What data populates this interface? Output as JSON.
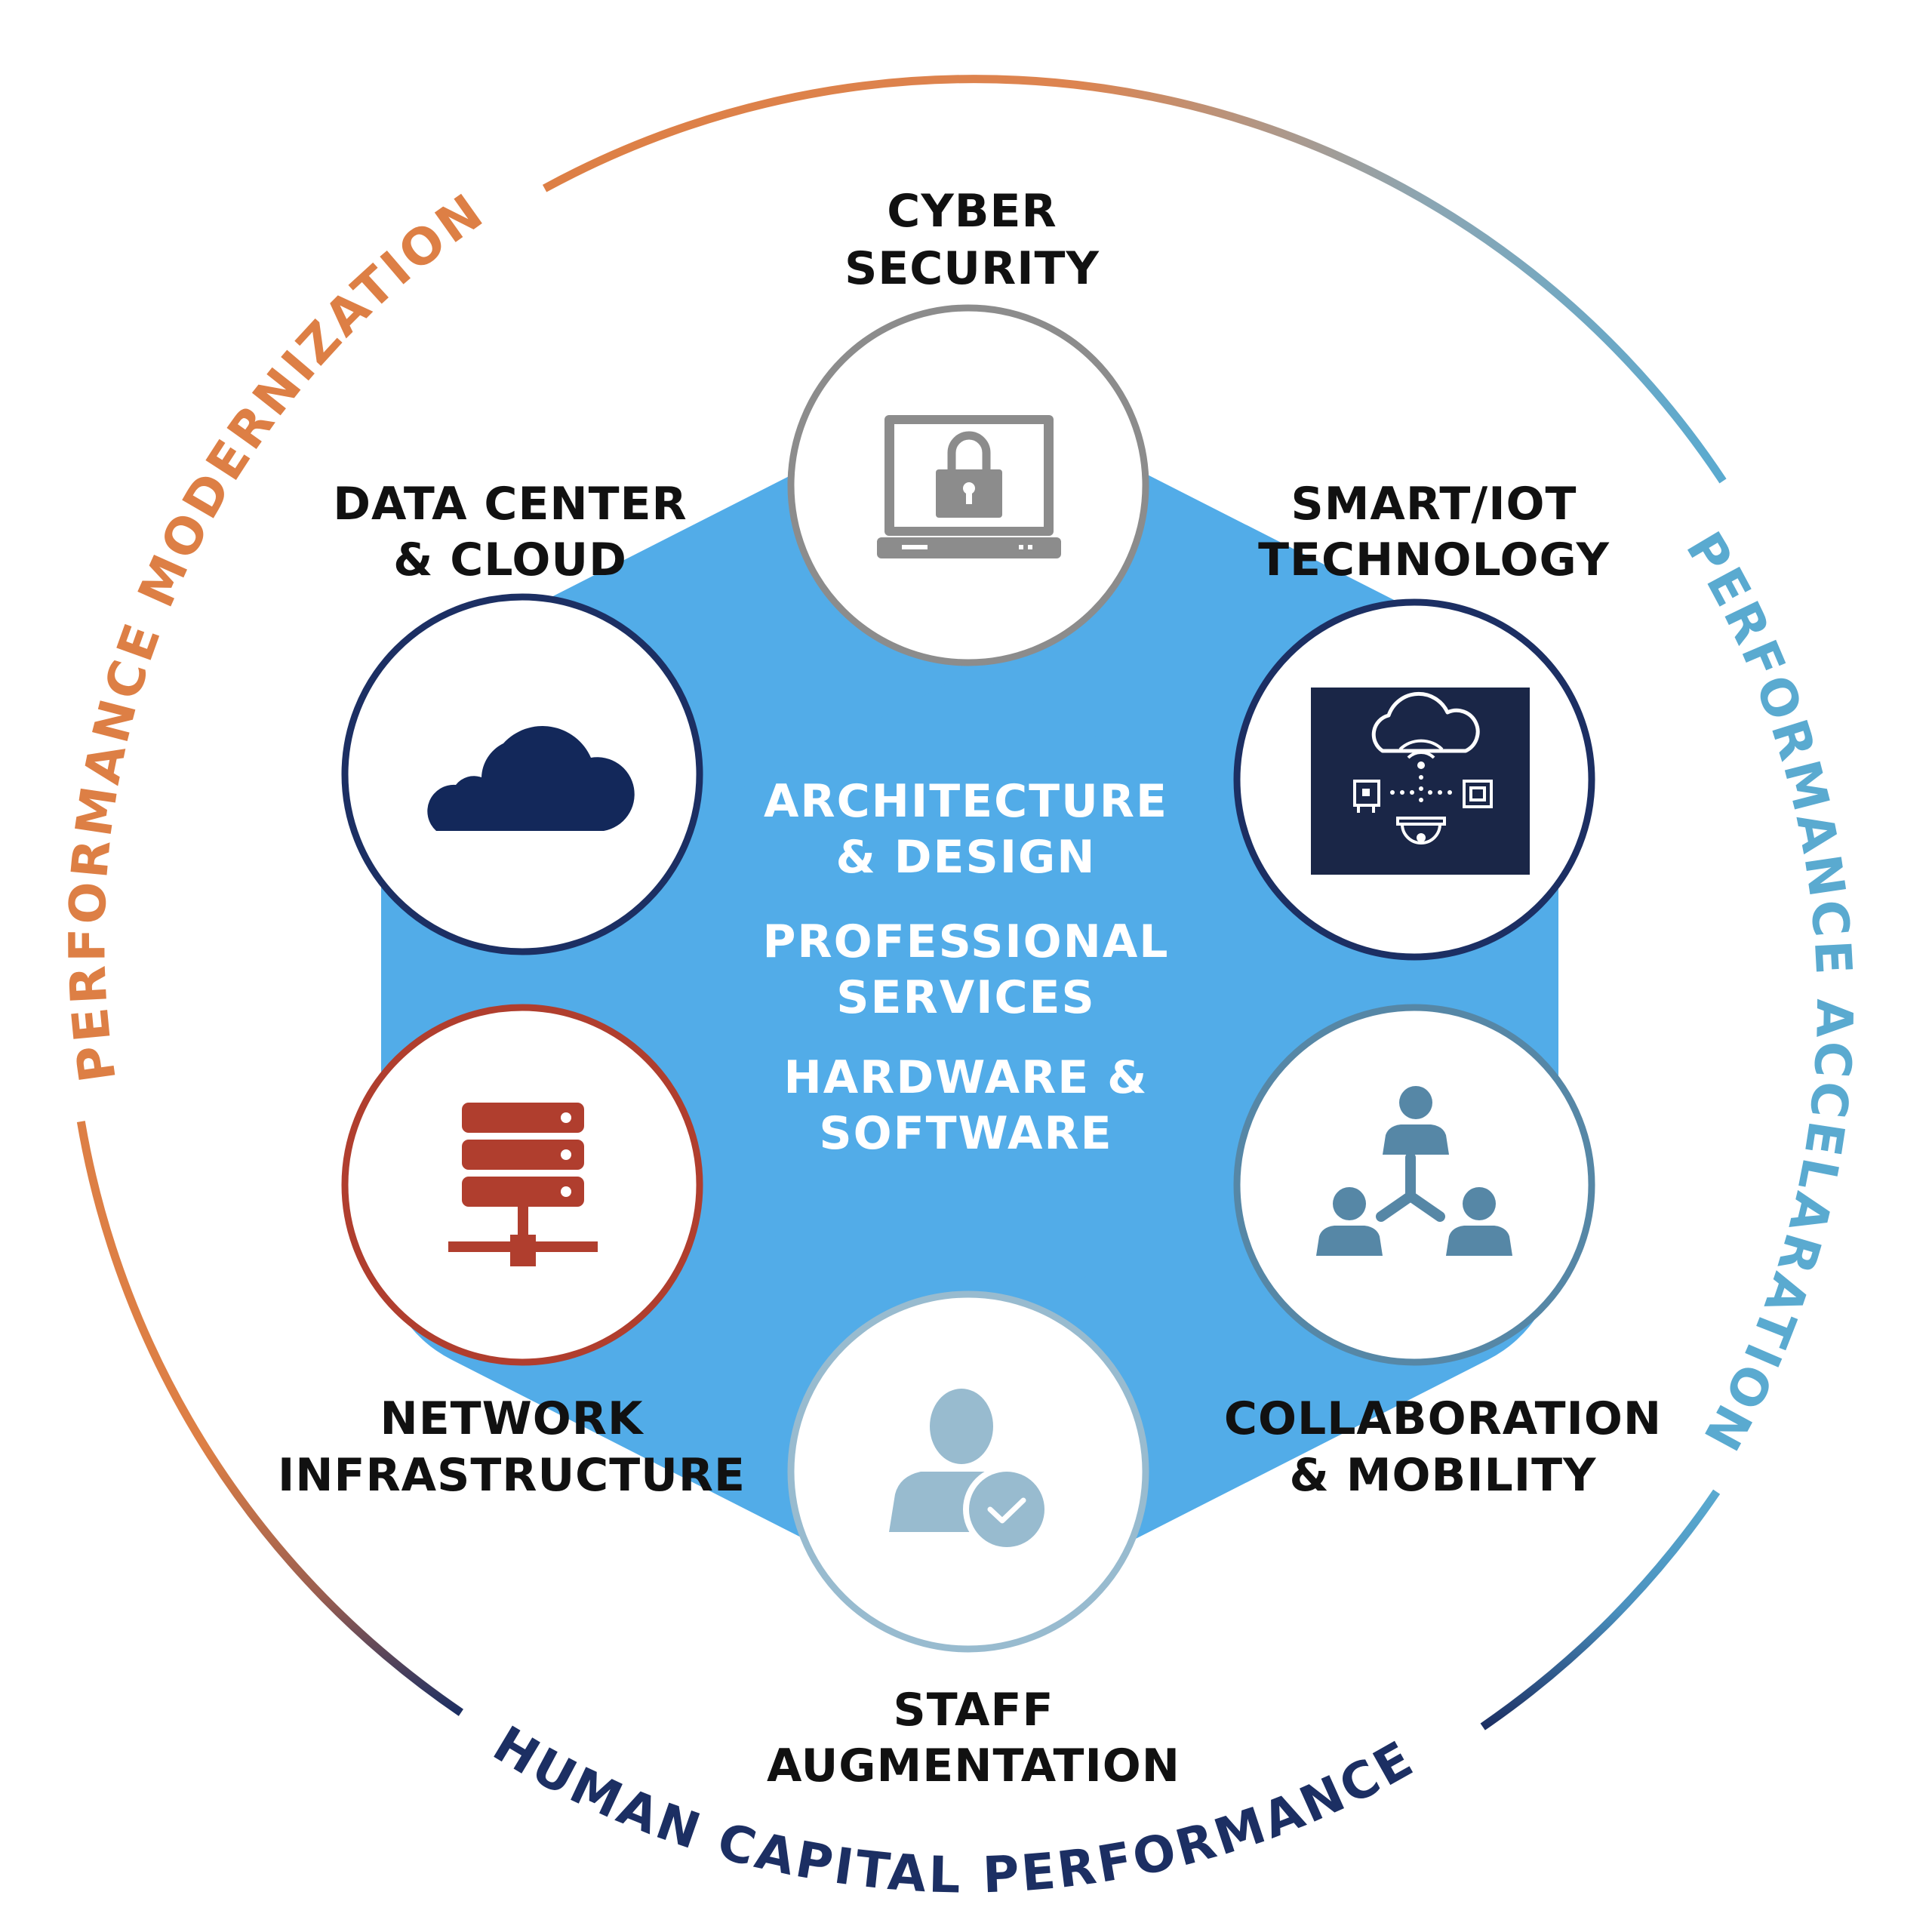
{
  "arc_labels": {
    "modernization": "PERFORMANCE MODERNIZATION",
    "acceleration": "PERFORMANCE ACCELARATION",
    "human_capital": "HUMAN CAPITAL PERFORMANCE"
  },
  "center": {
    "lines": [
      "ARCHITECTURE",
      "& DESIGN",
      "PROFESSIONAL",
      "SERVICES",
      "HARDWARE &",
      "SOFTWARE"
    ]
  },
  "nodes": {
    "cyber": {
      "line1": "CYBER",
      "line2": "SECURITY",
      "icon": "laptop-lock-icon"
    },
    "smart": {
      "line1": "SMART/IOT",
      "line2": "TECHNOLOGY",
      "icon": "iot-cloud-icon"
    },
    "collab": {
      "line1": "COLLABORATION",
      "line2": "& MOBILITY",
      "icon": "people-network-icon"
    },
    "staff": {
      "line1": "STAFF",
      "line2": "AUGMENTATION",
      "icon": "user-check-icon"
    },
    "network": {
      "line1": "NETWORK",
      "line2": "INFRASTRUCTURE",
      "icon": "server-network-icon"
    },
    "datacenter": {
      "line1": "DATA CENTER",
      "line2": "& CLOUD",
      "icon": "cloud-icon"
    }
  },
  "colors": {
    "orange": "#DD7F45",
    "light_blue": "#5AAAD0",
    "navy": "#1C2F63",
    "center_blue": "#52ACE8",
    "gray": "#8C8C8C",
    "red": "#B03E2E",
    "steel": "#5687A6",
    "pale": "#98BBCF"
  }
}
